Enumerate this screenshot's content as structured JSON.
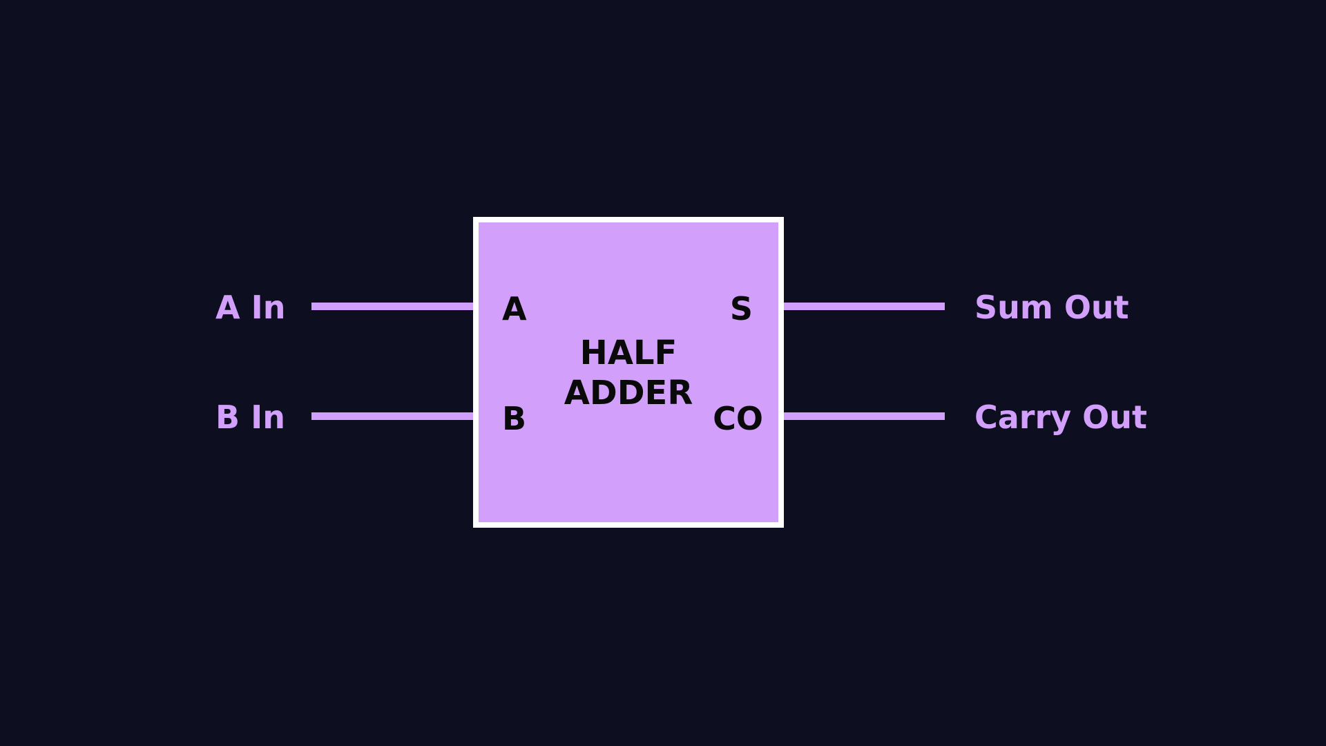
{
  "component": {
    "title_line1": "HALF",
    "title_line2": "ADDER",
    "fill_color": "#d29ffb",
    "border_color": "#ffffff"
  },
  "inputs": [
    {
      "external_label": "A In",
      "port_label": "A"
    },
    {
      "external_label": "B In",
      "port_label": "B"
    }
  ],
  "outputs": [
    {
      "external_label": "Sum Out",
      "port_label": "S"
    },
    {
      "external_label": "Carry Out",
      "port_label": "CO"
    }
  ],
  "colors": {
    "background": "#0d0f20",
    "wire": "#d29ffb",
    "label": "#d29ffb"
  }
}
